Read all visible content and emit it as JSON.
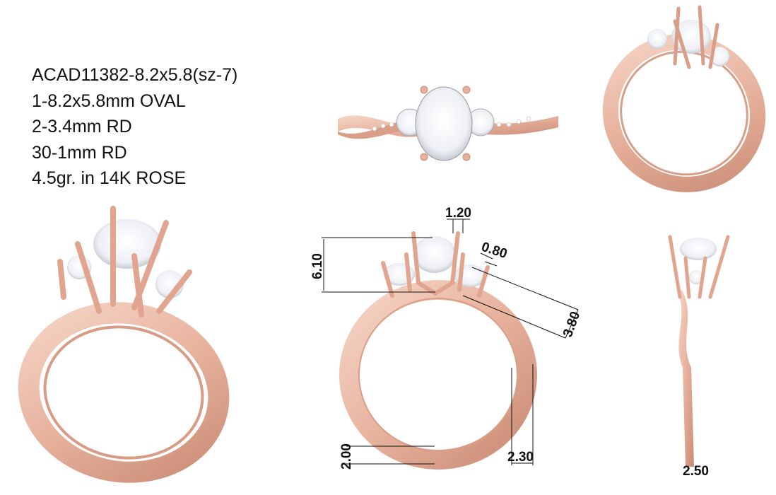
{
  "spec": {
    "lines": [
      "ACAD11382-8.2x5.8(sz-7)",
      "1-8.2x5.8mm OVAL",
      "2-3.4mm RD",
      "30-1mm RD",
      "4.5gr. in 14K ROSE"
    ]
  },
  "dimensions": {
    "prong_width": "1.20",
    "side_prong": "0.80",
    "head_height": "6.10",
    "side_stone_offset": "3.80",
    "band_thickness": "2.00",
    "shank_width": "2.30",
    "side_band_width": "2.50"
  },
  "colors": {
    "metal": "#e7b29d",
    "metal_dark": "#c98b74",
    "metal_light": "#f6d6c8",
    "stone": "#f2f4f8"
  }
}
